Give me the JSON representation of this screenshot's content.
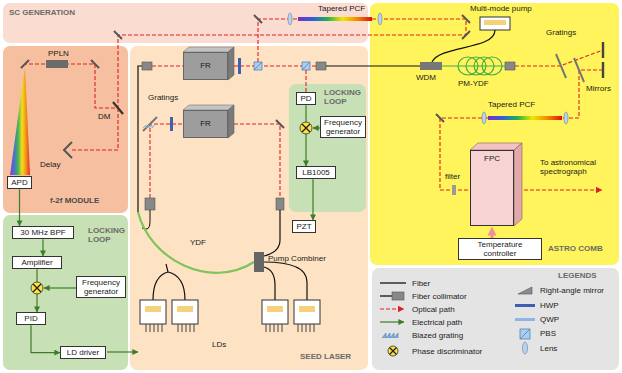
{
  "diagram": {
    "nodes": [
      {
        "text": [
          "SC GENERATION"
        ]
      },
      {
        "text": [
          "f-2f MODULE"
        ]
      },
      {
        "text": [
          "APD"
        ],
        "in": 1
      },
      {
        "text": [
          "SEED LASER"
        ]
      },
      {
        "text": [
          "FR"
        ],
        "in": 3
      },
      {
        "text": [
          "FR"
        ],
        "in": 3
      },
      {
        "text": [
          "LOCKING LOOP"
        ],
        "in": 3
      },
      {
        "text": [
          "PD"
        ],
        "in": 6
      },
      {
        "text": [
          "Frequency generator"
        ],
        "in": 6
      },
      {
        "text": [
          "LB1005"
        ],
        "in": 6
      },
      {
        "text": [
          "PZT"
        ],
        "in": 3
      },
      {
        "text": [
          "ASTRO COMB"
        ]
      },
      {
        "text": [
          "FPC"
        ],
        "in": 11
      },
      {
        "text": [
          "Temperature controller"
        ],
        "in": 11
      },
      {
        "text": [
          "LOCKING LOOP"
        ]
      },
      {
        "text": [
          "30 MHz BPF"
        ],
        "in": 14
      },
      {
        "text": [
          "Amplifier"
        ],
        "in": 14
      },
      {
        "text": [
          "Frequency generator"
        ],
        "in": 14
      },
      {
        "text": [
          "PID"
        ],
        "in": 14
      },
      {
        "text": [
          "LD driver"
        ],
        "in": 14
      },
      {
        "text": [
          "LEGENDS"
        ]
      }
    ],
    "edges": [
      {
        "from": 2,
        "to": 15,
        "arrow": "to"
      },
      {
        "from": 15,
        "to": 16,
        "arrow": "to"
      },
      {
        "from": 16,
        "to": 18,
        "arrow": "to"
      },
      {
        "from": 18,
        "to": 19,
        "arrow": "to"
      },
      {
        "from": 7,
        "to": 9,
        "arrow": "to"
      },
      {
        "from": 9,
        "to": 10,
        "arrow": "to"
      }
    ],
    "labels": [
      "Tapered PCF",
      "PPLN",
      "Delay",
      "DM",
      "Gratings",
      "YDF",
      "Pump Combiner",
      "LDs",
      "Multi-mode pump",
      "WDM",
      "PM-YDF",
      "Gratings",
      "Mirrors",
      "Tapered PCF",
      "filter",
      "To astronomical spectrograph"
    ],
    "legend": [
      {
        "text": "Fiber"
      },
      {
        "text": "Fiber collimator"
      },
      {
        "text": "Optical path"
      },
      {
        "text": "Electrical path"
      },
      {
        "text": "Blazed grating"
      },
      {
        "text": "Phase discriminator"
      },
      {
        "text": "Right-angle mirror"
      },
      {
        "text": "HWP"
      },
      {
        "text": "QWP"
      },
      {
        "text": "PBS"
      },
      {
        "text": "Lens"
      }
    ]
  }
}
